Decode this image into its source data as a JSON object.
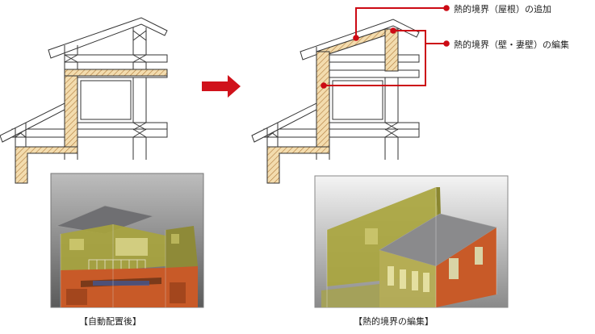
{
  "callouts": {
    "roof": "熱的境界（屋根）の追加",
    "wall": "熱的境界（壁・妻壁）の編集"
  },
  "captions": {
    "left": "【自動配置後】",
    "right": "【熱的境界の編集】"
  },
  "colors": {
    "arrow": "#d0121b",
    "callout_line": "#cc0a14",
    "hatch_fill": "#f3dcae",
    "hatch_line": "#b07a3a",
    "wall_yellow": "#a8a43c",
    "floor_orange": "#c85a28"
  }
}
